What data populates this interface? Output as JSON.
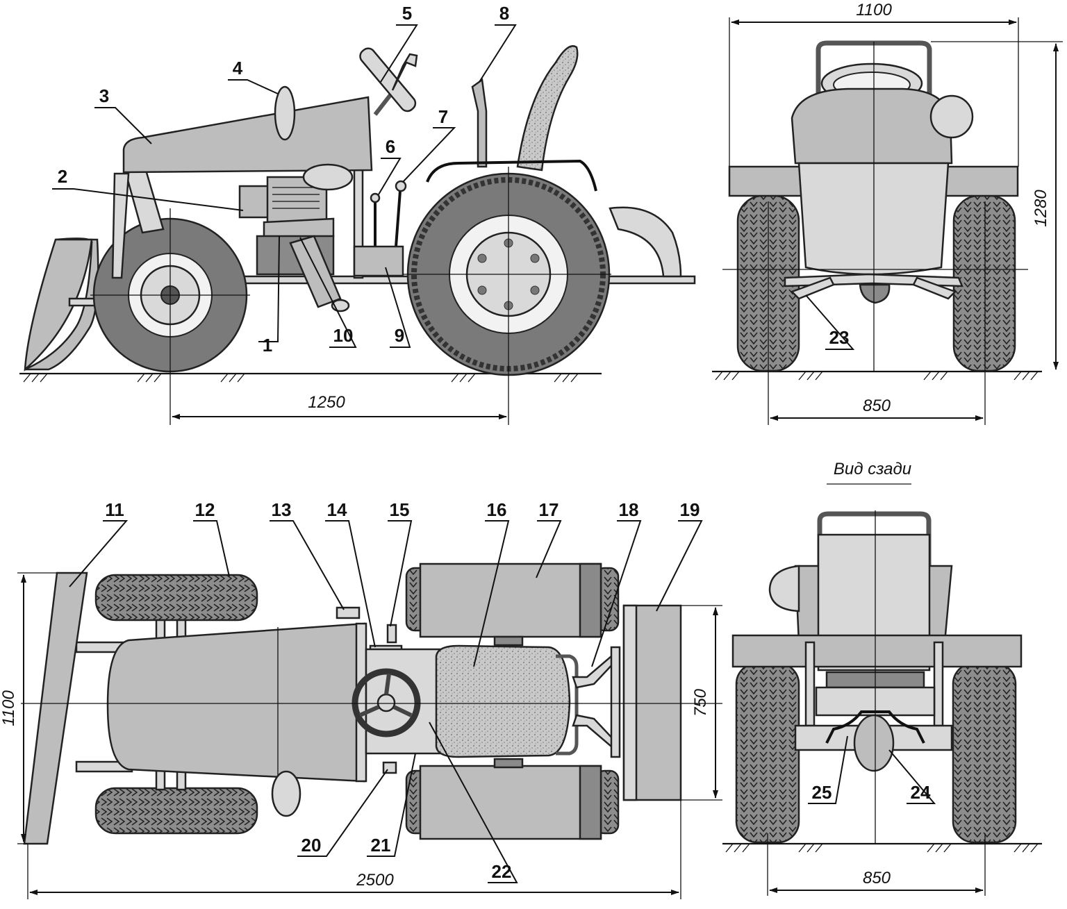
{
  "view_caption": "Вид сзади",
  "callouts": {
    "c1": "1",
    "c2": "2",
    "c3": "3",
    "c4": "4",
    "c5": "5",
    "c6": "6",
    "c7": "7",
    "c8": "8",
    "c9": "9",
    "c10": "10",
    "c11": "11",
    "c12": "12",
    "c13": "13",
    "c14": "14",
    "c15": "15",
    "c16": "16",
    "c17": "17",
    "c18": "18",
    "c19": "19",
    "c20": "20",
    "c21": "21",
    "c22": "22",
    "c23": "23",
    "c24": "24",
    "c25": "25"
  },
  "dimensions": {
    "wheelbase": "1250",
    "front_width": "1100",
    "front_height": "1280",
    "front_track": "850",
    "top_width": "1100",
    "top_length": "2500",
    "blade_width": "750",
    "rear_track": "850"
  },
  "colors": {
    "body": "#bdbdbd",
    "tire": "#7a7a7a",
    "line": "#111111"
  }
}
